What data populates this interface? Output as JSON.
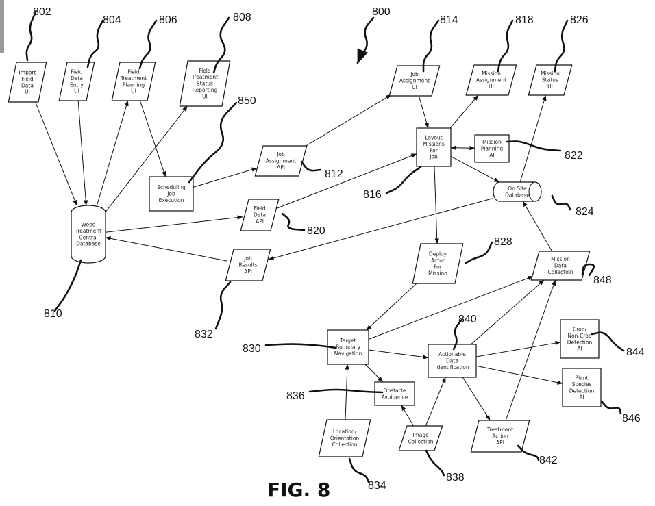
{
  "figure": {
    "caption": "FIG. 8",
    "number": "800"
  },
  "nodes": [
    {
      "id": "n802",
      "shape": "para",
      "lines": [
        "Import",
        "Field",
        "Data",
        "UI"
      ],
      "ref": "802"
    },
    {
      "id": "n804",
      "shape": "para",
      "lines": [
        "Field",
        "Data",
        "Entry",
        "UI"
      ],
      "ref": "804"
    },
    {
      "id": "n806",
      "shape": "para",
      "lines": [
        "Field",
        "Treatment",
        "Planning",
        "UI"
      ],
      "ref": "806"
    },
    {
      "id": "n808",
      "shape": "para",
      "lines": [
        "Field",
        "Treatment",
        "Status",
        "Reporting",
        "UI"
      ],
      "ref": "808"
    },
    {
      "id": "n850",
      "shape": "rect",
      "lines": [
        "Scheduling",
        "Job",
        "Execution"
      ],
      "ref": "850"
    },
    {
      "id": "n812",
      "shape": "para",
      "lines": [
        "Job",
        "Assignment",
        "API"
      ],
      "ref": "812"
    },
    {
      "id": "n820",
      "shape": "para",
      "lines": [
        "Field",
        "Data",
        "API"
      ],
      "ref": "820"
    },
    {
      "id": "n810",
      "shape": "vcyl",
      "lines": [
        "Weed",
        "Treatment",
        "Central",
        "Database"
      ],
      "ref": "810"
    },
    {
      "id": "n832",
      "shape": "para",
      "lines": [
        "Job",
        "Results",
        "API"
      ],
      "ref": "832"
    },
    {
      "id": "n814",
      "shape": "para",
      "lines": [
        "Job",
        "Assignment",
        "UI"
      ],
      "ref": "814"
    },
    {
      "id": "n818",
      "shape": "para",
      "lines": [
        "Mission",
        "Assignment",
        "UI"
      ],
      "ref": "818"
    },
    {
      "id": "n826",
      "shape": "para",
      "lines": [
        "Mission",
        "Status",
        "UI"
      ],
      "ref": "826"
    },
    {
      "id": "n816",
      "shape": "rect",
      "lines": [
        "Layout",
        "Missions",
        "For",
        "Job"
      ],
      "ref": "816"
    },
    {
      "id": "n822",
      "shape": "rect",
      "lines": [
        "Mission",
        "Planning",
        "AI"
      ],
      "ref": "822"
    },
    {
      "id": "n824",
      "shape": "hcyl",
      "lines": [
        "On Site",
        "Database"
      ],
      "ref": "824"
    },
    {
      "id": "n828",
      "shape": "para",
      "lines": [
        "Deploy",
        "Actor",
        "For",
        "Mission"
      ],
      "ref": "828"
    },
    {
      "id": "n848",
      "shape": "para",
      "lines": [
        "Mission",
        "Data",
        "Collection"
      ],
      "ref": "848"
    },
    {
      "id": "n830",
      "shape": "rect",
      "lines": [
        "Target",
        "Boundary",
        "Navigation"
      ],
      "ref": "830"
    },
    {
      "id": "n840",
      "shape": "rect",
      "lines": [
        "Actionable",
        "Data",
        "Identification"
      ],
      "ref": "840"
    },
    {
      "id": "n844",
      "shape": "rect",
      "lines": [
        "Crop/",
        "Non-Crop",
        "Detection",
        "AI"
      ],
      "ref": "844"
    },
    {
      "id": "n846",
      "shape": "rect",
      "lines": [
        "Plant",
        "Species",
        "Detection",
        "AI"
      ],
      "ref": "846"
    },
    {
      "id": "n836",
      "shape": "rect",
      "lines": [
        "Obstacle",
        "Avoidence"
      ],
      "ref": "836"
    },
    {
      "id": "n834",
      "shape": "para",
      "lines": [
        "Location/",
        "Orientation",
        "Collection"
      ],
      "ref": "834"
    },
    {
      "id": "n838",
      "shape": "para",
      "lines": [
        "Image",
        "Collection"
      ],
      "ref": "838"
    },
    {
      "id": "n842",
      "shape": "para",
      "lines": [
        "Treatment",
        "Action",
        "API"
      ],
      "ref": "842"
    }
  ],
  "edges": [
    {
      "from": "n802",
      "to": "n810"
    },
    {
      "from": "n804",
      "to": "n810"
    },
    {
      "from": "n810",
      "to": "n806"
    },
    {
      "from": "n806",
      "to": "n850"
    },
    {
      "from": "n810",
      "to": "n808"
    },
    {
      "from": "n850",
      "to": "n812"
    },
    {
      "from": "n810",
      "to": "n820"
    },
    {
      "from": "n832",
      "to": "n810"
    },
    {
      "from": "n812",
      "to": "n814"
    },
    {
      "from": "n820",
      "to": "n816"
    },
    {
      "from": "n814",
      "to": "n816"
    },
    {
      "from": "n816",
      "to": "n818"
    },
    {
      "from": "n816",
      "to": "n822",
      "both": true
    },
    {
      "from": "n816",
      "to": "n824"
    },
    {
      "from": "n824",
      "to": "n826"
    },
    {
      "from": "n824",
      "to": "n832"
    },
    {
      "from": "n816",
      "to": "n828"
    },
    {
      "from": "n848",
      "to": "n824"
    },
    {
      "from": "n828",
      "to": "n830"
    },
    {
      "from": "n830",
      "to": "n848"
    },
    {
      "from": "n830",
      "to": "n840"
    },
    {
      "from": "n830",
      "to": "n836"
    },
    {
      "from": "n834",
      "to": "n830"
    },
    {
      "from": "n838",
      "to": "n836"
    },
    {
      "from": "n838",
      "to": "n840"
    },
    {
      "from": "n840",
      "to": "n848"
    },
    {
      "from": "n840",
      "to": "n844"
    },
    {
      "from": "n840",
      "to": "n846"
    },
    {
      "from": "n840",
      "to": "n842"
    },
    {
      "from": "n842",
      "to": "n848"
    }
  ]
}
